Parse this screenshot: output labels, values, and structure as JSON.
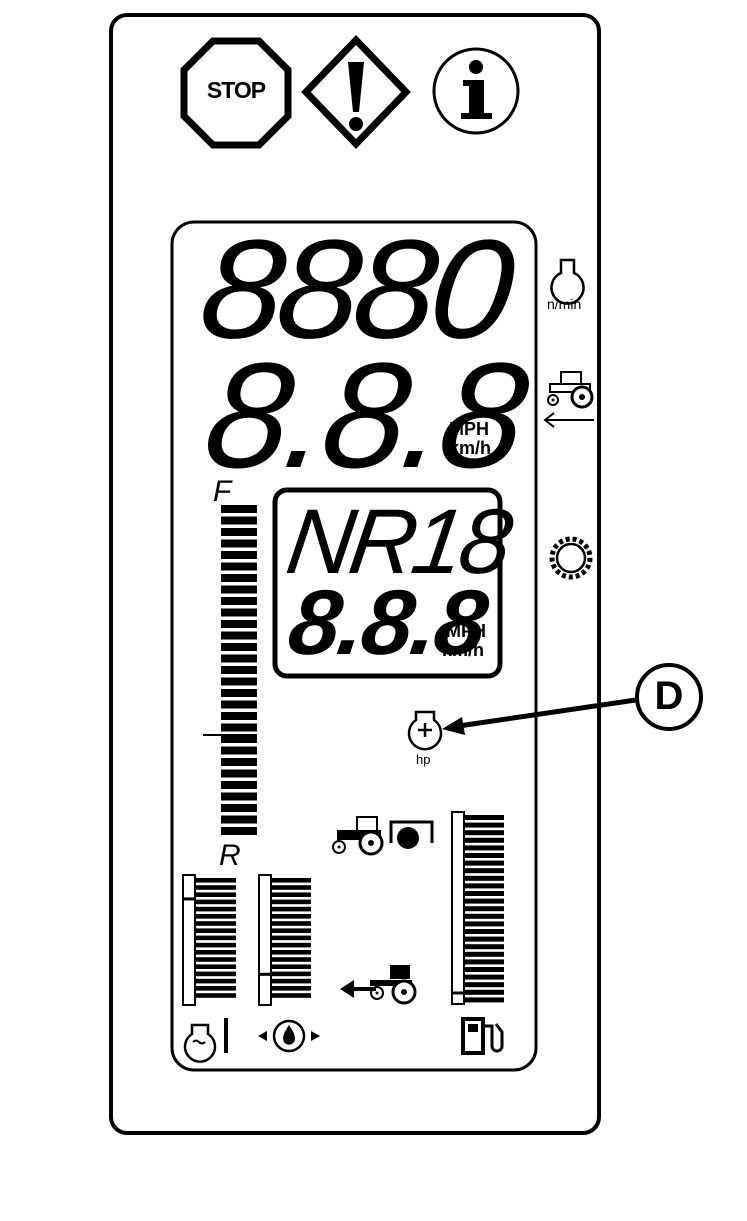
{
  "warning_icons": {
    "stop_text": "STOP"
  },
  "main_display": {
    "top_digits": "8880",
    "speed_digits": "8.8.8",
    "speed_units": [
      "MPH",
      "km/h"
    ]
  },
  "status_box": {
    "gear_text": "NR18",
    "secondary_digits": "8.8.8",
    "units": [
      "MPH",
      "km/h"
    ]
  },
  "side_icons": {
    "rpm_label": "n/min"
  },
  "power_boost": {
    "label": "hp"
  },
  "callout": {
    "letter": "D"
  },
  "load_bar": {
    "top_label": "F",
    "bottom_label": "R"
  },
  "gauges": {
    "coolant_temp_level": 0.82,
    "oil_pressure_level": 0.24,
    "fuel_level": 0.06
  }
}
